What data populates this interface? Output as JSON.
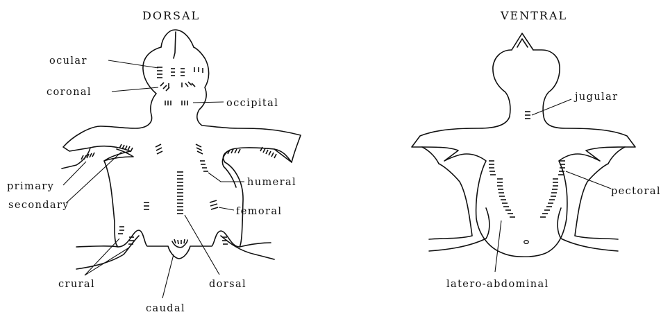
{
  "panels": [
    {
      "heading": "DORSAL",
      "labels": {
        "ocular": "ocular",
        "coronal": "coronal",
        "occipital": "occipital",
        "primary": "primary",
        "secondary": "secondary",
        "humeral": "humeral",
        "femoral": "femoral",
        "crural": "crural",
        "dorsal": "dorsal",
        "caudal": "caudal"
      }
    },
    {
      "heading": "VENTRAL",
      "labels": {
        "jugular": "jugular",
        "pectoral": "pectoral",
        "latero_abdominal": "latero-abdominal"
      }
    }
  ]
}
